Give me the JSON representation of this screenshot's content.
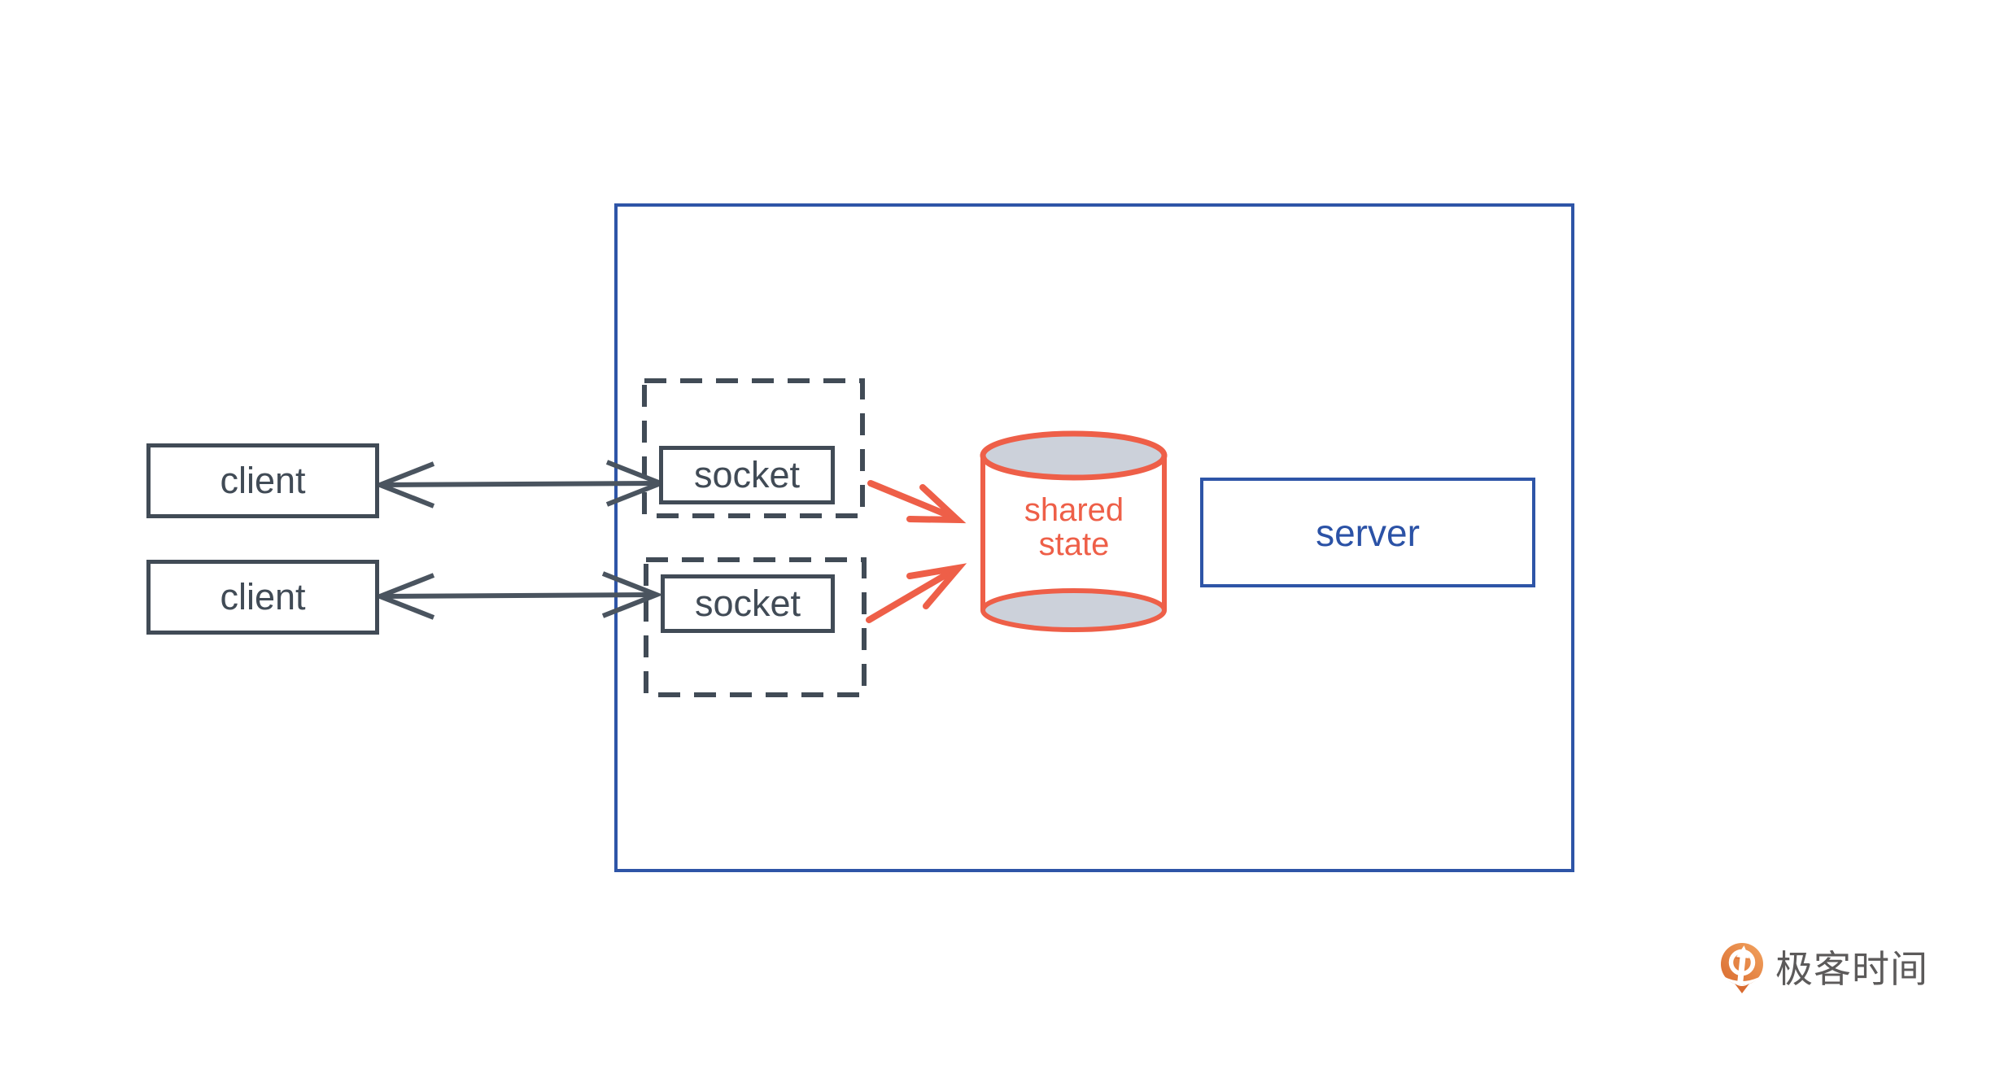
{
  "diagram": {
    "clients": [
      {
        "label": "client"
      },
      {
        "label": "client"
      }
    ],
    "sockets": [
      {
        "label": "socket"
      },
      {
        "label": "socket"
      }
    ],
    "server": {
      "label": "server"
    },
    "shared_state": {
      "line1": "shared",
      "line2": "state"
    }
  },
  "colors": {
    "dark_slate": "#414b56",
    "arrow_dark": "#4a545f",
    "blue_border": "#2e55a7",
    "blue_text": "#2b52a6",
    "orange": "#ee5f48",
    "cylinder_cap_fill": "#ccd1da",
    "logo_text": "#5c5a5a",
    "logo_orange_light": "#f2a35f",
    "logo_orange_dark": "#d96b2f"
  },
  "footer": {
    "brand": "极客时间"
  }
}
